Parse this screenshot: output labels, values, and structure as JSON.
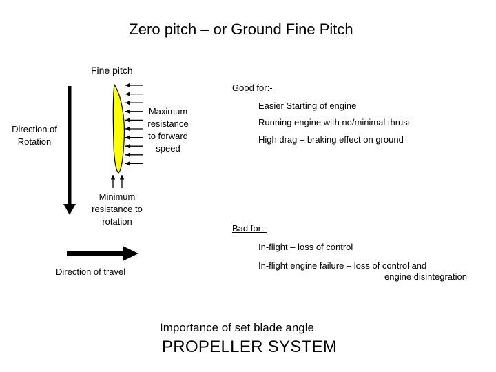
{
  "title": "Zero pitch – or Ground Fine Pitch",
  "fine_pitch_label": "Fine pitch",
  "direction_of_rotation": [
    "Direction of",
    "Rotation"
  ],
  "max_resistance": [
    "Maximum",
    "resistance",
    "to forward",
    "speed"
  ],
  "min_resistance": [
    "Minimum",
    "resistance to",
    "rotation"
  ],
  "direction_of_travel": "Direction of travel",
  "good_for": {
    "heading": "Good for:-",
    "items": [
      "Easier Starting of engine",
      "Running engine with no/minimal thrust",
      "High drag – braking effect on ground"
    ]
  },
  "bad_for": {
    "heading": "Bad for:-",
    "items": [
      "In-flight – loss of control",
      "In-flight engine failure – loss of control and",
      "engine disintegration"
    ]
  },
  "importance": "Importance of set blade angle",
  "footer": "PROPELLER SYSTEM",
  "colors": {
    "blade_fill": "#ffff00",
    "ink": "#000000"
  },
  "arrows": {
    "oncoming_airflow_count": 10,
    "rotation_resistance_count": 2
  }
}
